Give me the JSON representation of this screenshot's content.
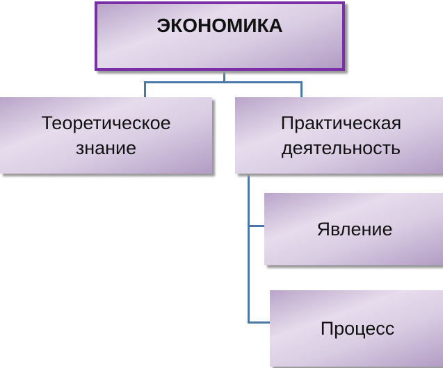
{
  "root": {
    "label": "ЭКОНОМИКА"
  },
  "children": [
    {
      "label": "Теоретическое знание"
    },
    {
      "label": "Практическая деятельность",
      "children": [
        {
          "label": "Явление"
        },
        {
          "label": "Процесс"
        }
      ]
    }
  ],
  "colors": {
    "border": "#7a2fa6",
    "connector": "#4a79a8"
  }
}
